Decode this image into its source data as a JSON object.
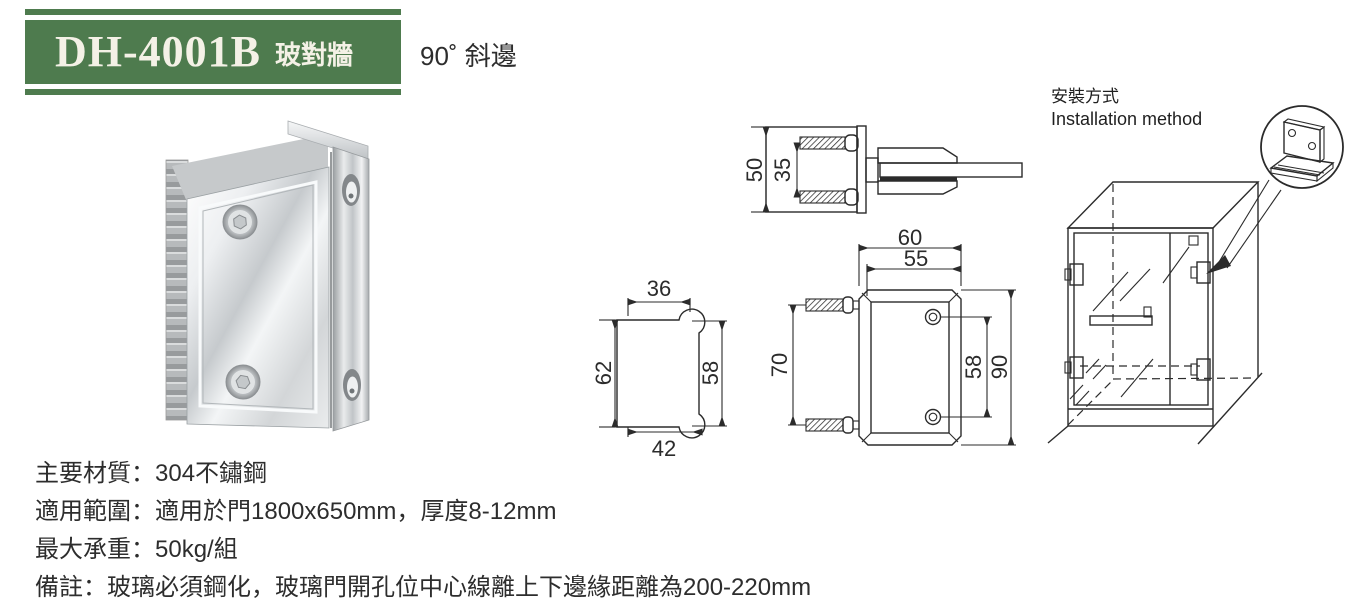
{
  "colors": {
    "badge_green": "#4e7b4e",
    "ink": "#2b2b2b"
  },
  "header": {
    "model": "DH-4001B",
    "category": "玻對牆",
    "angle_note": "90˚ 斜邊"
  },
  "installation": {
    "title_zh": "安裝方式",
    "title_en": "Installation method"
  },
  "drawings": {
    "section_view": {
      "height_outer": "50",
      "screw_spacing": "35"
    },
    "glass_cutout": {
      "top_width": "36",
      "left_height": "62",
      "hole_spacing": "58",
      "bottom_width": "42"
    },
    "front_view": {
      "top_width_outer": "60",
      "top_width_inner": "55",
      "screw_spacing": "70",
      "hole_spacing": "58",
      "height_outer": "90"
    }
  },
  "specs": {
    "lines": [
      "主要材質：304不鏽鋼",
      "適用範圍：適用於門1800x650mm，厚度8-12mm",
      "最大承重：50kg/組",
      "備註：玻璃必須鋼化，玻璃門開孔位中心線離上下邊緣距離為200-220mm"
    ]
  }
}
